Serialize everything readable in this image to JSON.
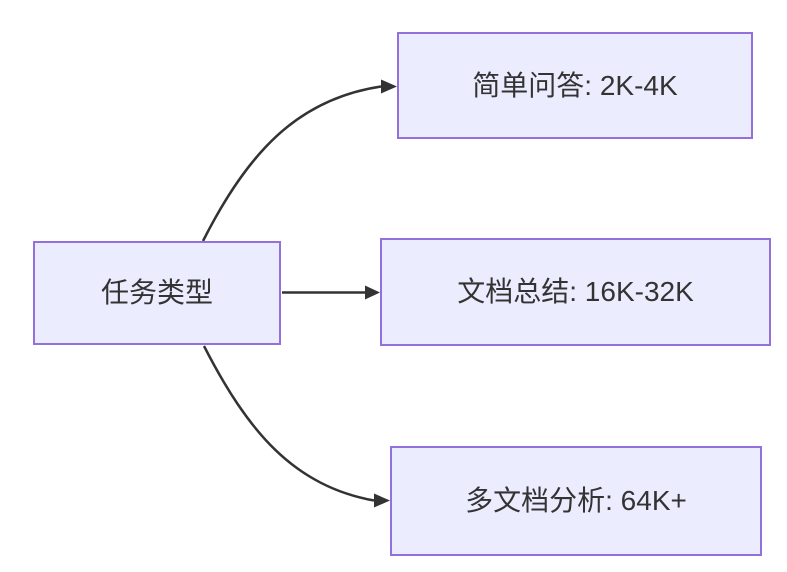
{
  "diagram": {
    "type": "flowchart",
    "direction": "left-to-right",
    "root": {
      "label": "任务类型"
    },
    "branches": [
      {
        "label": "简单问答: 2K-4K"
      },
      {
        "label": "文档总结: 16K-32K"
      },
      {
        "label": "多文档分析: 64K+"
      }
    ],
    "edges": [
      {
        "from": "任务类型",
        "to": "简单问答: 2K-4K"
      },
      {
        "from": "任务类型",
        "to": "文档总结: 16K-32K"
      },
      {
        "from": "任务类型",
        "to": "多文档分析: 64K+"
      }
    ],
    "colors": {
      "node_fill": "#ECECFF",
      "node_border": "#9370DB",
      "edge": "#333333",
      "text": "#333333",
      "background": "#ffffff"
    }
  }
}
